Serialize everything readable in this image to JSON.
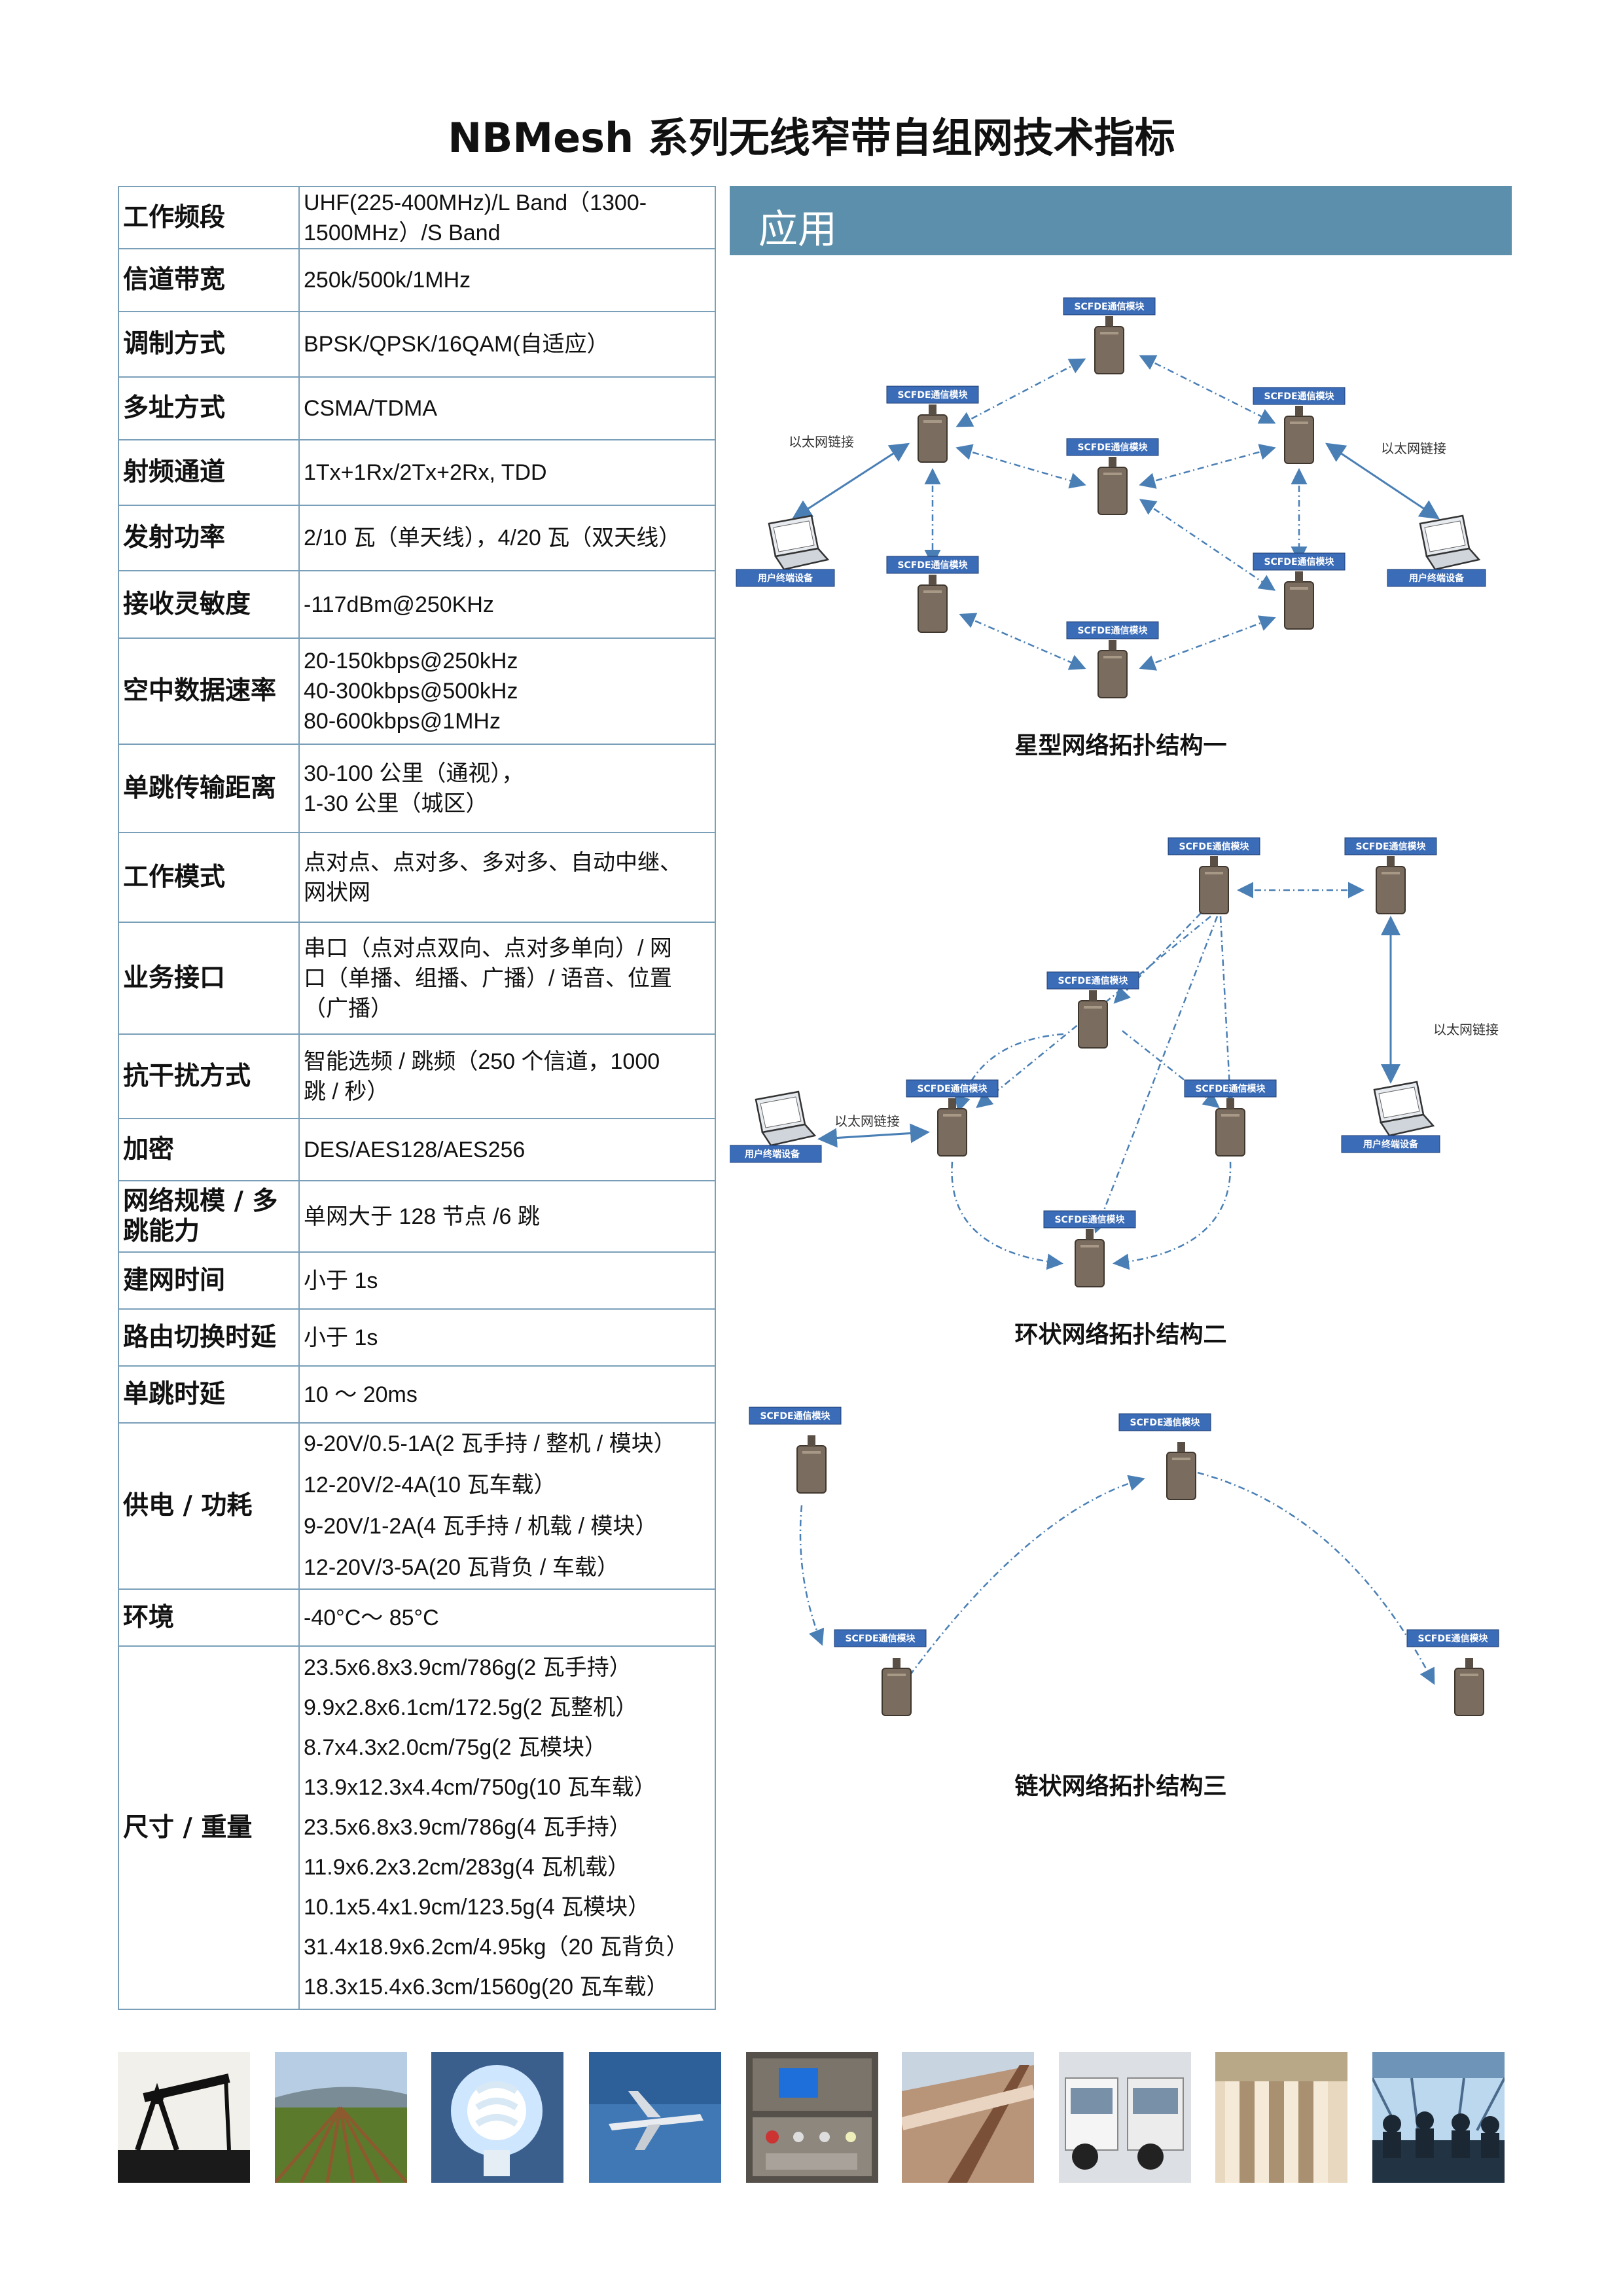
{
  "title": "NBMesh 系列无线窄带自组网技术指标",
  "specs": [
    {
      "label": "工作频段",
      "lines": [
        "UHF(225-400MHz)/L Band（1300-",
        "1500MHz）/S Band"
      ]
    },
    {
      "label": "信道带宽",
      "lines": [
        "250k/500k/1MHz"
      ]
    },
    {
      "label": "调制方式",
      "lines": [
        "BPSK/QPSK/16QAM(自适应）"
      ]
    },
    {
      "label": "多址方式",
      "lines": [
        "CSMA/TDMA"
      ]
    },
    {
      "label": "射频通道",
      "lines": [
        "1Tx+1Rx/2Tx+2Rx, TDD"
      ]
    },
    {
      "label": "发射功率",
      "lines": [
        "2/10 瓦（单天线），4/20 瓦（双天线）"
      ]
    },
    {
      "label": "接收灵敏度",
      "lines": [
        "-117dBm@250KHz"
      ]
    },
    {
      "label": "空中数据速率",
      "lines": [
        "20-150kbps@250kHz",
        "40-300kbps@500kHz",
        "80-600kbps@1MHz"
      ]
    },
    {
      "label": "单跳传输距离",
      "lines": [
        "30-100 公里（通视），",
        "1-30 公里（城区）"
      ]
    },
    {
      "label": "工作模式",
      "lines": [
        "点对点、点对多、多对多、自动中继、",
        "网状网"
      ]
    },
    {
      "label": "业务接口",
      "lines": [
        "串口（点对点双向、点对多单向）/ 网",
        "口（单播、组播、广播）/ 语音、位置",
        "（广播）"
      ]
    },
    {
      "label": "抗干扰方式",
      "lines": [
        "智能选频 / 跳频（250 个信道，1000",
        "跳 / 秒）"
      ]
    },
    {
      "label": "加密",
      "lines": [
        "DES/AES128/AES256"
      ]
    },
    {
      "label": "网络规模 / 多跳能力",
      "lines": [
        "单网大于 128 节点 /6 跳"
      ]
    },
    {
      "label": "建网时间",
      "lines": [
        "小于 1s"
      ]
    },
    {
      "label": "路由切换时延",
      "lines": [
        "小于 1s"
      ]
    },
    {
      "label": "单跳时延",
      "lines": [
        "10 ～ 20ms"
      ]
    },
    {
      "label": "供电 / 功耗",
      "lines": [
        "9-20V/0.5-1A(2 瓦手持 / 整机 / 模块）",
        "12-20V/2-4A(10 瓦车载）",
        "9-20V/1-2A(4 瓦手持 / 机载 / 模块）",
        "12-20V/3-5A(20 瓦背负 / 车载）"
      ]
    },
    {
      "label": "环境",
      "lines": [
        "-40°C～ 85°C"
      ]
    },
    {
      "label": "尺寸 / 重量",
      "lines": [
        "23.5x6.8x3.9cm/786g(2 瓦手持）",
        "9.9x2.8x6.1cm/172.5g(2 瓦整机）",
        "8.7x4.3x2.0cm/75g(2 瓦模块）",
        "13.9x12.3x4.4cm/750g(10 瓦车载）",
        "23.5x6.8x3.9cm/786g(4 瓦手持）",
        "11.9x6.2x3.2cm/283g(4 瓦机载）",
        "10.1x5.4x1.9cm/123.5g(4 瓦模块）",
        "31.4x18.9x6.2cm/4.95kg（20 瓦背负）",
        "18.3x15.4x6.3cm/1560g(20 瓦车载）"
      ]
    }
  ],
  "app": {
    "heading": "应用",
    "module_label": "SCFDE通信模块",
    "terminal_label": "用户终端设备",
    "ethernet_label": "以太网链接",
    "captions": [
      "星型网络拓扑结构一",
      "环状网络拓扑结构二",
      "链状网络拓扑结构三"
    ]
  },
  "photos": [
    "oil-pump",
    "farm-field",
    "energy-bulb",
    "uav-drone",
    "control-panel",
    "conveyor-mine",
    "trucks",
    "building-columns",
    "meeting-people"
  ],
  "colors": {
    "table_border": "#7a9fb8",
    "banner": "#5b8fab",
    "link": "#4a7fb5",
    "chip": "#3b6cb7"
  }
}
